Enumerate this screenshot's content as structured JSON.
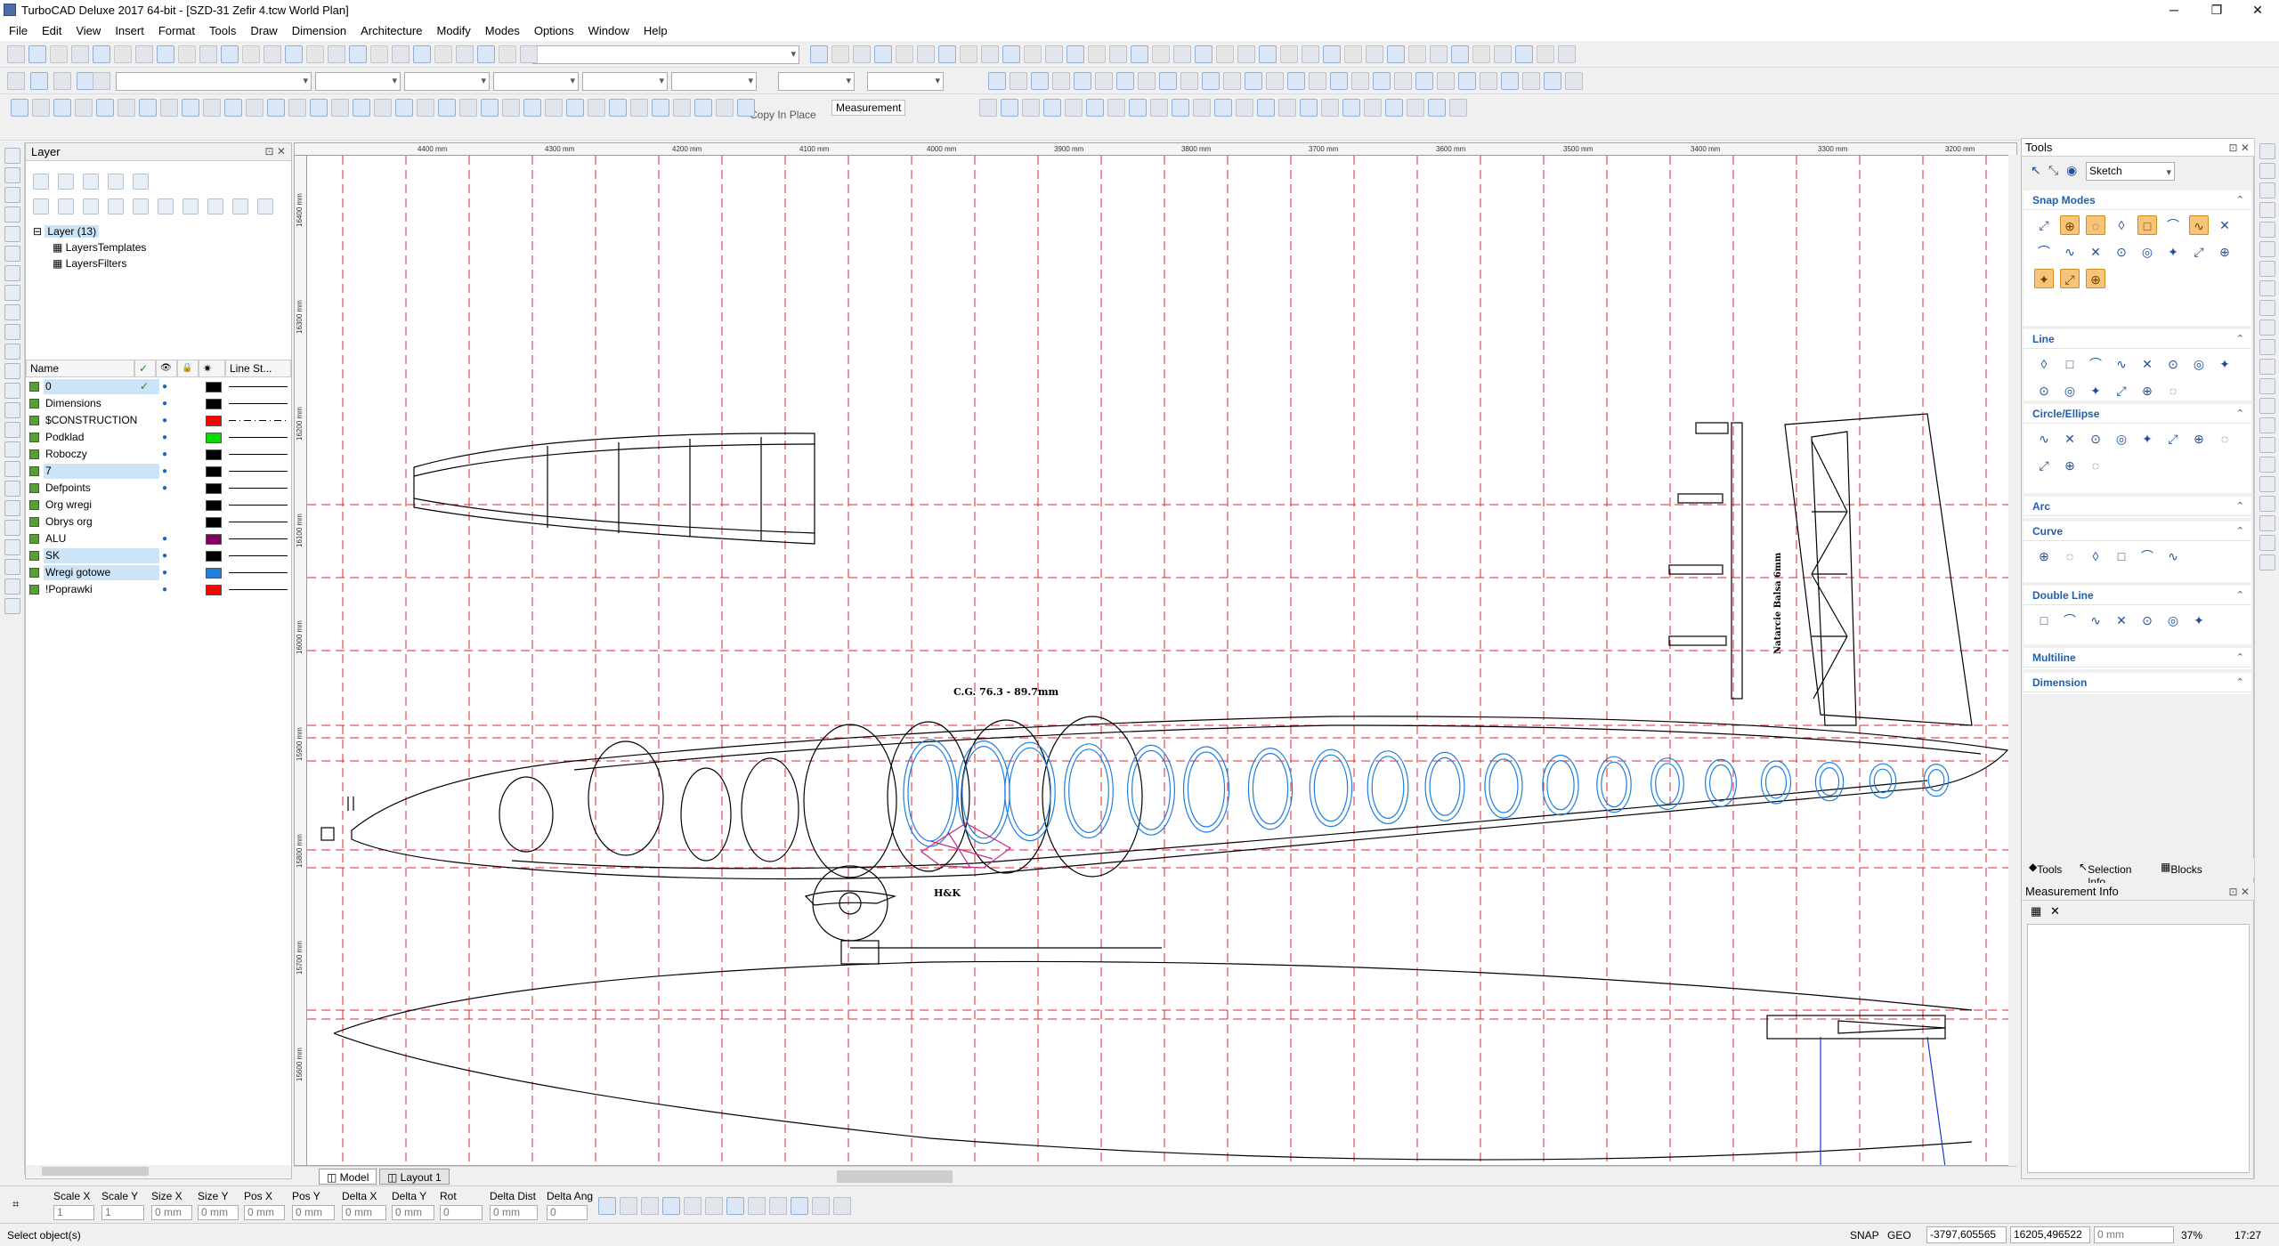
{
  "app": {
    "title": "TurboCAD Deluxe 2017 64-bit - [SZD-31 Zefir 4.tcw World Plan]",
    "window_controls": {
      "minimize": "─",
      "restore": "❐",
      "close": "✕"
    }
  },
  "menu": [
    "File",
    "Edit",
    "View",
    "Insert",
    "Format",
    "Tools",
    "Draw",
    "Dimension",
    "Architecture",
    "Modify",
    "Modes",
    "Options",
    "Window",
    "Help"
  ],
  "toolbar": {
    "copy_in_place": "Copy In Place",
    "measurement_tab": "Measurement"
  },
  "layer_panel": {
    "title": "Layer",
    "tree": {
      "root": "Layer (13)",
      "children": [
        "LayersTemplates",
        "LayersFilters"
      ]
    },
    "columns": {
      "name": "Name",
      "current": "✓",
      "visible": "👁",
      "lock": "🔒",
      "color": "✷",
      "line_style": "Line St..."
    },
    "layers": [
      {
        "name": "0",
        "current": true,
        "visible": true,
        "color": "#000000",
        "style": "solid",
        "highlight": true
      },
      {
        "name": "Dimensions",
        "current": false,
        "visible": true,
        "color": "#000000",
        "style": "solid",
        "highlight": false
      },
      {
        "name": "$CONSTRUCTION",
        "current": false,
        "visible": true,
        "color": "#ff0000",
        "style": "dashdot",
        "highlight": false
      },
      {
        "name": "Podklad",
        "current": false,
        "visible": true,
        "color": "#00dd00",
        "style": "solid",
        "highlight": false
      },
      {
        "name": "Roboczy",
        "current": false,
        "visible": true,
        "color": "#000000",
        "style": "solid",
        "highlight": false
      },
      {
        "name": "7",
        "current": false,
        "visible": true,
        "color": "#000000",
        "style": "solid",
        "highlight": true
      },
      {
        "name": "Defpoints",
        "current": false,
        "visible": true,
        "color": "#000000",
        "style": "solid",
        "highlight": false
      },
      {
        "name": "Org wregi",
        "current": false,
        "visible": false,
        "color": "#000000",
        "style": "solid",
        "highlight": false
      },
      {
        "name": "Obrys org",
        "current": false,
        "visible": false,
        "color": "#000000",
        "style": "solid",
        "highlight": false
      },
      {
        "name": "ALU",
        "current": false,
        "visible": true,
        "color": "#800060",
        "style": "solid",
        "highlight": false
      },
      {
        "name": "SK",
        "current": false,
        "visible": true,
        "color": "#000000",
        "style": "solid",
        "highlight": true
      },
      {
        "name": "Wregi gotowe",
        "current": false,
        "visible": true,
        "color": "#1f7fe0",
        "style": "solid",
        "highlight": true
      },
      {
        "name": "!Poprawki",
        "current": false,
        "visible": true,
        "color": "#ff0000",
        "style": "solid",
        "highlight": false
      }
    ]
  },
  "rulers": {
    "horizontal": [
      "4400 mm",
      "4300 mm",
      "4200 mm",
      "4100 mm",
      "4000 mm",
      "3900 mm",
      "3800 mm",
      "3700 mm",
      "3600 mm",
      "3500 mm",
      "3400 mm",
      "3300 mm",
      "3200 mm"
    ],
    "vertical": [
      "16400 mm",
      "16300 mm",
      "16200 mm",
      "16100 mm",
      "16000 mm",
      "15900 mm",
      "15800 mm",
      "15700 mm",
      "15600 mm"
    ]
  },
  "drawing": {
    "cg_label": "C.G. 76.3 - 89.7mm",
    "hk_label": "H&K",
    "rudder_label": "Natarcie Balsa 6mm"
  },
  "tabs": {
    "model": "Model",
    "layout": "Layout 1"
  },
  "tools_panel": {
    "title": "Tools",
    "sketch_value": "Sketch",
    "sections": [
      "Snap Modes",
      "Line",
      "Circle/Ellipse",
      "Arc",
      "Curve",
      "Double Line",
      "Multiline",
      "Dimension"
    ],
    "bottom_tabs": [
      "Tools",
      "Selection Info",
      "Blocks"
    ],
    "measurement_info": "Measurement Info"
  },
  "inspector": {
    "fields": [
      "Scale X",
      "Scale Y",
      "Size X",
      "Size Y",
      "Pos X",
      "Pos Y",
      "Delta X",
      "Delta Y",
      "Rot",
      "Delta Dist",
      "Delta Ang"
    ],
    "values": [
      "1",
      "1",
      "0 mm",
      "0 mm",
      "0 mm",
      "0 mm",
      "0 mm",
      "0 mm",
      "0",
      "0 mm",
      "0"
    ]
  },
  "status": {
    "message": "Select object(s)",
    "snap": "SNAP",
    "geo": "GEO",
    "x": "-3797,605565",
    "y": "16205,496522",
    "z": "0 mm",
    "zoom": "37%",
    "time": "17:27"
  }
}
